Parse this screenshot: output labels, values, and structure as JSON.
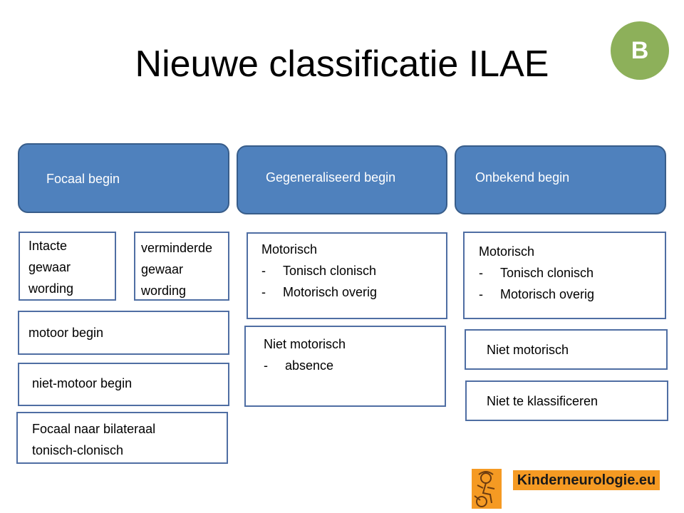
{
  "title": "Nieuwe classificatie ILAE",
  "badge": "B",
  "colors": {
    "header_fill": "#4f81bd",
    "header_border": "#385d8a",
    "badge": "#8db05a",
    "logo": "#f59a23",
    "box_border": "#4f6ea3"
  },
  "columns": [
    {
      "header": "Focaal begin",
      "boxes": {
        "aware": [
          "Intacte",
          "gewaar",
          "wording"
        ],
        "impaired": [
          "verminderde",
          "gewaar",
          "wording"
        ],
        "motor": "motoor begin",
        "nonmotor": "niet-motoor begin",
        "bilateral": [
          "Focaal naar bilateraal",
          "tonisch-clonisch"
        ]
      }
    },
    {
      "header": "Gegeneraliseerd begin",
      "boxes": {
        "motor": {
          "title": "Motorisch",
          "items": [
            "Tonisch clonisch",
            "Motorisch overig"
          ]
        },
        "nonmotor": {
          "title": "Niet motorisch",
          "items": [
            "absence"
          ]
        }
      }
    },
    {
      "header": "Onbekend begin",
      "boxes": {
        "motor": {
          "title": "Motorisch",
          "items": [
            "Tonisch clonisch",
            "Motorisch overig"
          ]
        },
        "nonmotor": "Niet motorisch",
        "unclassified": "Niet te klassificeren"
      }
    }
  ],
  "logo": {
    "text": "Kinderneurologie.eu",
    "icon": "child-figure-icon"
  }
}
